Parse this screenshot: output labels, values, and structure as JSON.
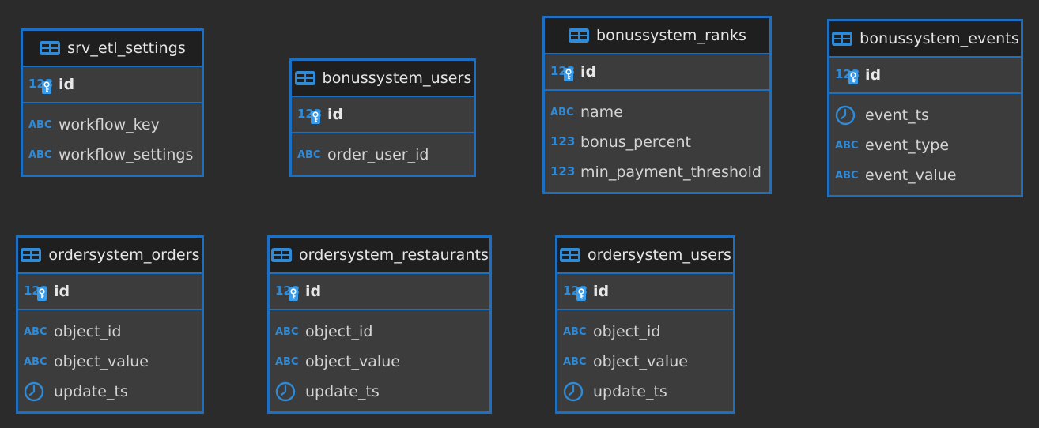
{
  "colors": {
    "background": "#2b2b2b",
    "entity_border": "#1d6fc2",
    "entity_header_bg": "#1f1f1f",
    "entity_body_bg": "#3c3c3c",
    "icon_blue": "#2f8ad8",
    "text": "#d4d4d4"
  },
  "tables": [
    {
      "name": "srv_etl_settings",
      "header_icon": "table-icon",
      "primary_key": {
        "name": "id",
        "type_icon": "numeric-key-icon",
        "type_text": "123"
      },
      "columns": [
        {
          "name": "workflow_key",
          "type_icon": "text-type-icon",
          "type_text": "ABC"
        },
        {
          "name": "workflow_settings",
          "type_icon": "text-type-icon",
          "type_text": "ABC"
        }
      ]
    },
    {
      "name": "bonussystem_users",
      "header_icon": "table-icon",
      "primary_key": {
        "name": "id",
        "type_icon": "numeric-key-icon",
        "type_text": "123"
      },
      "columns": [
        {
          "name": "order_user_id",
          "type_icon": "text-type-icon",
          "type_text": "ABC"
        }
      ]
    },
    {
      "name": "bonussystem_ranks",
      "header_icon": "table-icon",
      "primary_key": {
        "name": "id",
        "type_icon": "numeric-key-icon",
        "type_text": "123"
      },
      "columns": [
        {
          "name": "name",
          "type_icon": "text-type-icon",
          "type_text": "ABC"
        },
        {
          "name": "bonus_percent",
          "type_icon": "numeric-type-icon",
          "type_text": "123"
        },
        {
          "name": "min_payment_threshold",
          "type_icon": "numeric-type-icon",
          "type_text": "123"
        }
      ]
    },
    {
      "name": "bonussystem_events",
      "header_icon": "table-icon",
      "primary_key": {
        "name": "id",
        "type_icon": "numeric-key-icon",
        "type_text": "123"
      },
      "columns": [
        {
          "name": "event_ts",
          "type_icon": "clock-icon",
          "type_text": ""
        },
        {
          "name": "event_type",
          "type_icon": "text-type-icon",
          "type_text": "ABC"
        },
        {
          "name": "event_value",
          "type_icon": "text-type-icon",
          "type_text": "ABC"
        }
      ]
    },
    {
      "name": "ordersystem_orders",
      "header_icon": "table-icon",
      "primary_key": {
        "name": "id",
        "type_icon": "numeric-key-icon",
        "type_text": "123"
      },
      "columns": [
        {
          "name": "object_id",
          "type_icon": "text-type-icon",
          "type_text": "ABC"
        },
        {
          "name": "object_value",
          "type_icon": "text-type-icon",
          "type_text": "ABC"
        },
        {
          "name": "update_ts",
          "type_icon": "clock-icon",
          "type_text": ""
        }
      ]
    },
    {
      "name": "ordersystem_restaurants",
      "header_icon": "table-icon",
      "primary_key": {
        "name": "id",
        "type_icon": "numeric-key-icon",
        "type_text": "123"
      },
      "columns": [
        {
          "name": "object_id",
          "type_icon": "text-type-icon",
          "type_text": "ABC"
        },
        {
          "name": "object_value",
          "type_icon": "text-type-icon",
          "type_text": "ABC"
        },
        {
          "name": "update_ts",
          "type_icon": "clock-icon",
          "type_text": ""
        }
      ]
    },
    {
      "name": "ordersystem_users",
      "header_icon": "table-icon",
      "primary_key": {
        "name": "id",
        "type_icon": "numeric-key-icon",
        "type_text": "123"
      },
      "columns": [
        {
          "name": "object_id",
          "type_icon": "text-type-icon",
          "type_text": "ABC"
        },
        {
          "name": "object_value",
          "type_icon": "text-type-icon",
          "type_text": "ABC"
        },
        {
          "name": "update_ts",
          "type_icon": "clock-icon",
          "type_text": ""
        }
      ]
    }
  ]
}
